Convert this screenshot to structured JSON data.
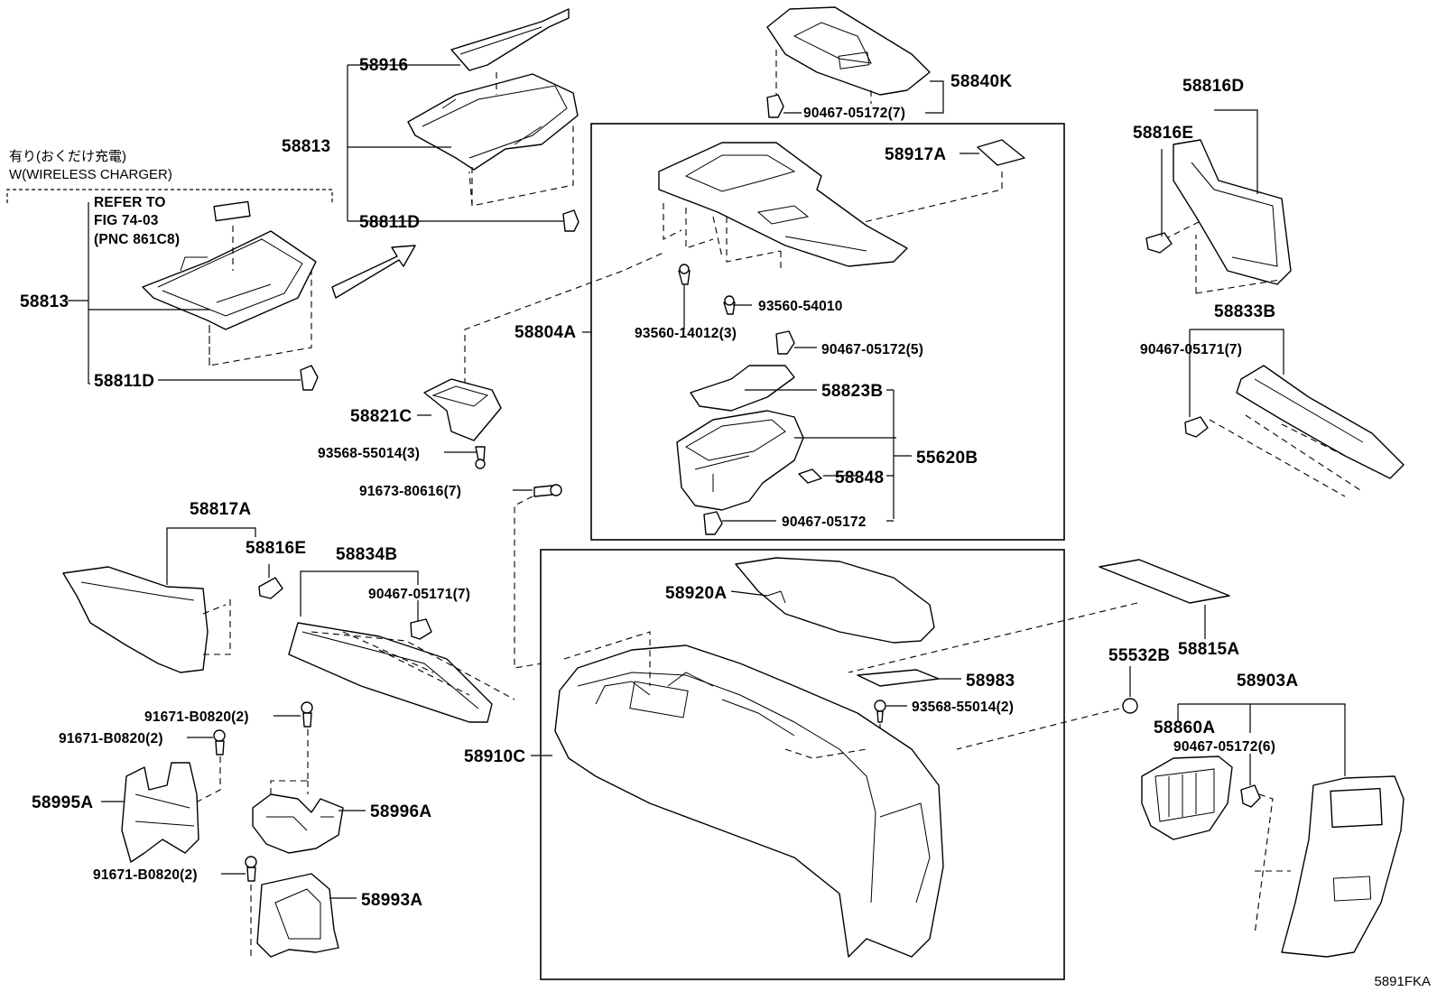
{
  "diagram_code": "5891FKA",
  "note": {
    "japanese": "有り(おくだけ充電)",
    "english": "W(WIRELESS CHARGER)",
    "refer_line1": "REFER TO",
    "refer_line2": "FIG 74-03",
    "refer_line3": "(PNC 861C8)"
  },
  "labels": {
    "p58813_left": "58813",
    "p58811D_left": "58811D",
    "p58916": "58916",
    "p58813_top": "58813",
    "p58811D_top": "58811D",
    "p58840K": "58840K",
    "p90467_05172_7": "90467-05172(7)",
    "p58816D": "58816D",
    "p58816E_right": "58816E",
    "p58917A": "58917A",
    "p58804A": "58804A",
    "p93560_14012_3": "93560-14012(3)",
    "p93560_54010": "93560-54010",
    "p90467_05172_5": "90467-05172(5)",
    "p58833B": "58833B",
    "p90467_05171_7_right": "90467-05171(7)",
    "p58823B": "58823B",
    "p55620B": "55620B",
    "p58848": "58848",
    "p90467_05172": "90467-05172",
    "p58821C": "58821C",
    "p93568_55014_3": "93568-55014(3)",
    "p91673_80616_7": "91673-80616(7)",
    "p58817A": "58817A",
    "p58816E_left": "58816E",
    "p58834B": "58834B",
    "p90467_05171_7_left": "90467-05171(7)",
    "p58920A": "58920A",
    "p58815A": "58815A",
    "p58983": "58983",
    "p93568_55014_2": "93568-55014(2)",
    "p55532B": "55532B",
    "p58903A": "58903A",
    "p58860A": "58860A",
    "p90467_05172_6": "90467-05172(6)",
    "p58910C": "58910C",
    "p91671_B0820_2_a": "91671-B0820(2)",
    "p91671_B0820_2_b": "91671-B0820(2)",
    "p58995A": "58995A",
    "p58996A": "58996A",
    "p91671_B0820_2_c": "91671-B0820(2)",
    "p58993A": "58993A"
  }
}
